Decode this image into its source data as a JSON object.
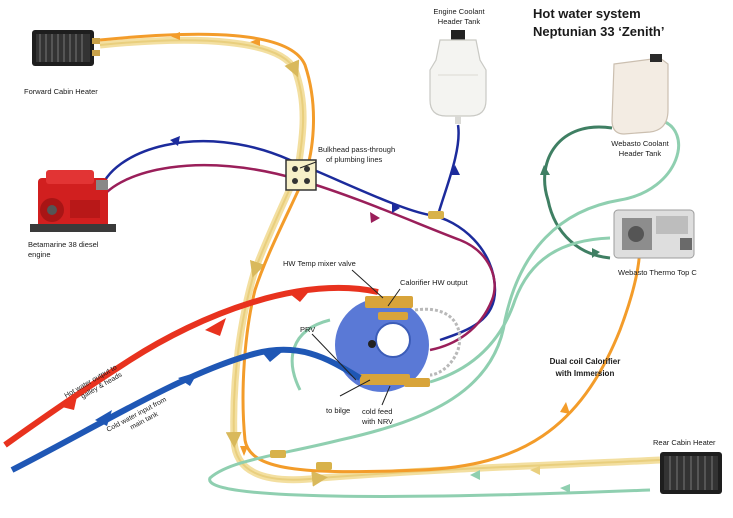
{
  "title": {
    "line1": "Hot water system",
    "line2": "Neptunian 33 ‘Zenith’"
  },
  "labels": {
    "forward_heater": "Forward Cabin Heater",
    "coolant_tank_line1": "Engine Coolant",
    "coolant_tank_line2": "Header Tank",
    "bulkhead_line1": "Bulkhead pass-through",
    "bulkhead_line2": "of plumbing lines",
    "webasto_tank_line1": "Webasto Coolant",
    "webasto_tank_line2": "Header Tank",
    "engine_line1": "Betamarine 38 diesel",
    "engine_line2": "engine",
    "webasto_heater": "Webasto Thermo Top C",
    "mixer_valve": "HW Temp mixer valve",
    "calorifier_output": "Calorifier HW output",
    "prv": "PRV",
    "calorifier_line1": "Dual coil Calorifier",
    "calorifier_line2": "with Immersion",
    "hot_output_line1": "Hot water output to",
    "hot_output_line2": "galley & heads",
    "cold_input_line1": "Cold water input from",
    "cold_input_line2": "main tank",
    "to_bilge": "to bilge",
    "cold_feed_line1": "cold feed",
    "cold_feed_line2": "with NRV",
    "rear_heater": "Rear Cabin Heater"
  },
  "colors": {
    "hot_water": "#e8321e",
    "cold_water": "#1f57b5",
    "engine_flow": "#f39c2a",
    "engine_return": "#f3dfa0",
    "engine_coolant_feed": "#1c2b9c",
    "engine_secondary": "#9a1f5a",
    "webasto_flow": "#8fcfb0",
    "webasto_return": "#3f7f63",
    "calorifier": "#5a79d6"
  },
  "icons": [
    "forward-heater-icon",
    "coolant-tank-icon",
    "webasto-tank-icon",
    "engine-icon",
    "webasto-heater-icon",
    "calorifier-icon",
    "rear-heater-icon",
    "bulkhead-plate-icon"
  ]
}
